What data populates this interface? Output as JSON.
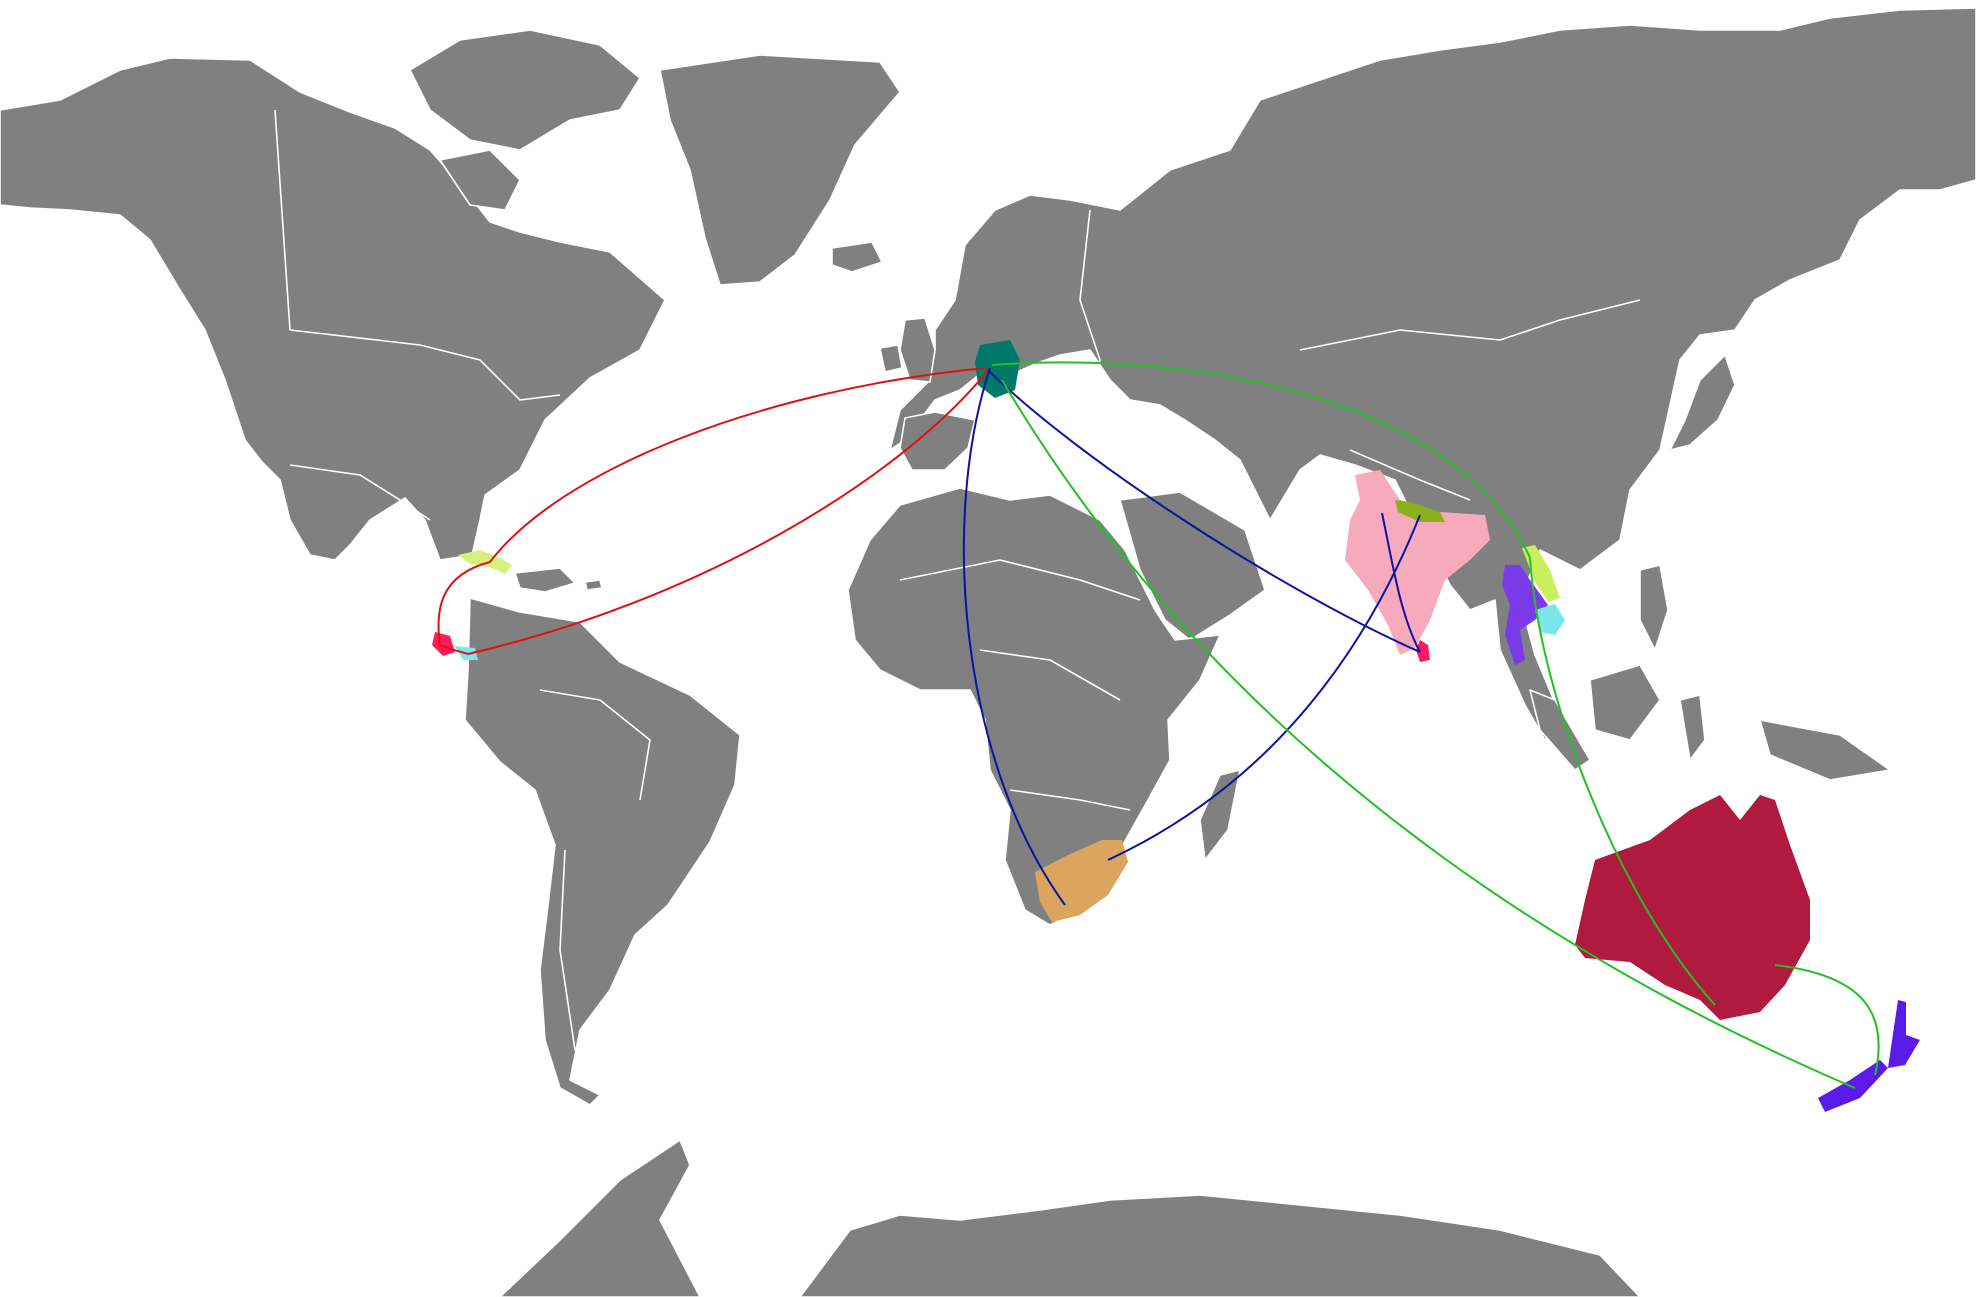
{
  "colors": {
    "ocean": "#ffffff",
    "land": "#808080",
    "borders": "#ffffff",
    "origin_germany": "#00786a",
    "route_americas": "#e01010",
    "route_indian_ocean": "#0a14a0",
    "route_asia_oceania": "#22c022"
  },
  "highlighted_regions": [
    {
      "region": "germany",
      "color": "#00786a"
    },
    {
      "region": "cuba",
      "color": "#d6f07a"
    },
    {
      "region": "nicaragua",
      "color": "#ff1a5a"
    },
    {
      "region": "costa-rica",
      "color": "#7ae8e8"
    },
    {
      "region": "south-africa",
      "color": "#dba55f"
    },
    {
      "region": "india",
      "color": "#f7aabb"
    },
    {
      "region": "nepal",
      "color": "#8ab01a"
    },
    {
      "region": "sri-lanka",
      "color": "#ff1a5a"
    },
    {
      "region": "laos",
      "color": "#c7f05a"
    },
    {
      "region": "thailand",
      "color": "#7a3ae8"
    },
    {
      "region": "cambodia",
      "color": "#7ae8e8"
    },
    {
      "region": "australia",
      "color": "#b01a3e"
    },
    {
      "region": "new-zealand",
      "color": "#5a1ae8"
    }
  ],
  "routes": [
    {
      "from": "germany",
      "to": "cuba",
      "color": "#e01010"
    },
    {
      "from": "cuba",
      "to": "nicaragua",
      "color": "#e01010"
    },
    {
      "from": "nicaragua",
      "to": "costa-rica",
      "color": "#e01010"
    },
    {
      "from": "costa-rica",
      "to": "germany",
      "color": "#e01010"
    },
    {
      "from": "germany",
      "to": "south-africa",
      "color": "#0a14a0"
    },
    {
      "from": "south-africa",
      "to": "nepal",
      "color": "#0a14a0"
    },
    {
      "from": "nepal",
      "to": "sri-lanka",
      "color": "#0a14a0"
    },
    {
      "from": "sri-lanka",
      "to": "germany",
      "color": "#0a14a0"
    },
    {
      "from": "germany",
      "to": "laos",
      "color": "#22c022"
    },
    {
      "from": "laos",
      "to": "australia",
      "color": "#22c022"
    },
    {
      "from": "australia",
      "to": "new-zealand",
      "color": "#22c022"
    },
    {
      "from": "new-zealand",
      "to": "germany",
      "color": "#22c022"
    }
  ]
}
